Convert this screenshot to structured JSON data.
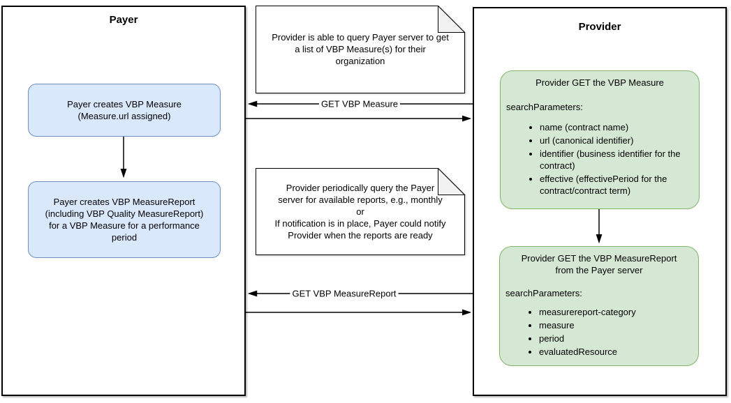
{
  "payer_lane": {
    "title": "Payer",
    "box1": "Payer creates VBP Measure\n(Measure.url assigned)",
    "box2": "Payer creates VBP MeasureReport\n(including VBP Quality MeasureReport)\nfor a VBP Measure for a performance\nperiod"
  },
  "provider_lane": {
    "title": "Provider",
    "box1": {
      "title": "Provider GET the VBP Measure",
      "params_label": "searchParameters:",
      "bullets": [
        "name (contract name)",
        "url (canonical identifier)",
        "identifier (business identifier for the\ncontract)",
        "effective (effectivePeriod for the\ncontract/contract term)"
      ]
    },
    "box2": {
      "title": "Provider GET the VBP MeasureReport\nfrom the Payer server",
      "params_label": "searchParameters:",
      "bullets": [
        "measurereport-category",
        "measure",
        "period",
        "evaluatedResource"
      ]
    }
  },
  "notes": {
    "note1": "Provider is able to query Payer server to get\na list of VBP Measure(s) for their\norganization",
    "note2": "Provider periodically query the Payer\nserver for available reports, e.g., monthly\nor\nIf notification is in place, Payer could notify\nProvider when the reports are ready"
  },
  "arrows": {
    "get_measure_label": "GET VBP Measure",
    "get_measurereport_label": "GET VBP MeasureReport"
  },
  "colors": {
    "payer_box_fill": "#dae8fc",
    "payer_box_border": "#6c8ebf",
    "provider_box_fill": "#d5e8d4",
    "provider_box_border": "#82b366",
    "note_fill": "#ffffff",
    "note_fold_fill": "#f2f2f2",
    "line_color": "#000000"
  }
}
